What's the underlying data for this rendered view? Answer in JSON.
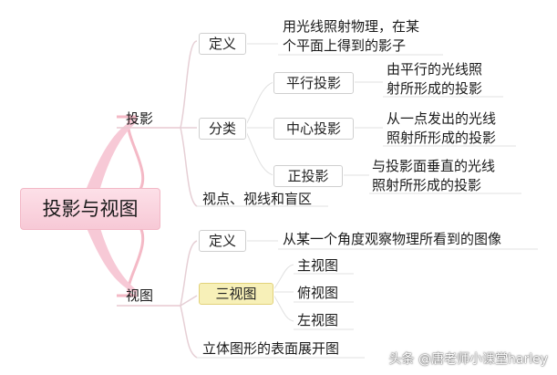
{
  "root": {
    "label": "投影与视图"
  },
  "projection": {
    "label": "投影",
    "definition": {
      "label": "定义",
      "text_line1": "用光线照射物理，在某",
      "text_line2": "个平面上得到的影子"
    },
    "classification": {
      "label": "分类",
      "items": [
        {
          "label": "平行投影",
          "desc_line1": "由平行的光线照",
          "desc_line2": "射所形成的投影"
        },
        {
          "label": "中心投影",
          "desc_line1": "从一点发出的光线",
          "desc_line2": "照射所形成的投影"
        },
        {
          "label": "正投影",
          "desc_line1": "与投影面垂直的光线",
          "desc_line2": "照射所形成的投影"
        }
      ]
    },
    "viewpoint": {
      "label": "视点、视线和盲区"
    }
  },
  "view": {
    "label": "视图",
    "definition": {
      "label": "定义",
      "text": "从某一个角度观察物理所看到的图像"
    },
    "three_views": {
      "label": "三视图",
      "items": [
        "主视图",
        "俯视图",
        "左视图"
      ]
    },
    "unfold": {
      "label": "立体图形的表面展开图"
    }
  },
  "watermark": "头条 @唐老师小课堂harley",
  "colors": {
    "branch": "#f4b9c6",
    "line": "#d7d7d7",
    "highlight": "#f7f0b8",
    "root_fill": "#f9d2dd"
  }
}
